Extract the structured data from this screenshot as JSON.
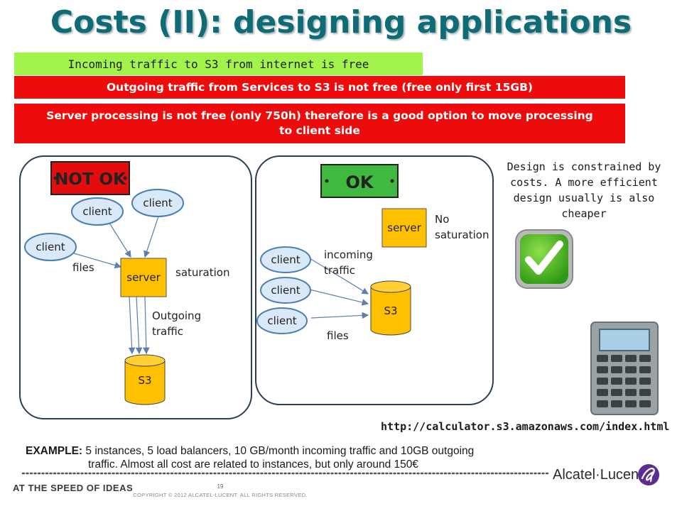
{
  "title": "Costs (II): designing applications",
  "notes": {
    "incoming": "Incoming traffic to S3 from internet is free",
    "outgoing": "Outgoing traffic from Services to S3 is not free (free only first 15GB)",
    "server": "Server processing is not free (only 750h) therefore is a good option to move processing to client side"
  },
  "diagram_bad": {
    "badge": "NOT OK",
    "client_label": "client",
    "server_label": "server",
    "storage_label": "S3",
    "files_label": "files",
    "saturation_label": "saturation",
    "outgoing_label_1": "Outgoing",
    "outgoing_label_2": "traffic"
  },
  "diagram_good": {
    "badge": "OK",
    "client_label": "client",
    "server_label": "server",
    "storage_label": "S3",
    "no_sat_1": "No",
    "no_sat_2": "saturation",
    "incoming_1": "incoming",
    "incoming_2": "traffic",
    "files_label": "files"
  },
  "design_note": "Design is constrained by costs. A more efficient design usually is also cheaper",
  "url": "http://calculator.s3.amazonaws.com/index.html",
  "example": {
    "label": "EXAMPLE:",
    "line1": "5 instances, 5 load balancers, 10 GB/month incoming traffic and 10GB outgoing",
    "line2": "traffic. Almost all cost are related to instances, but only around 150€"
  },
  "footer": {
    "tagline": "AT THE SPEED OF IDEAS",
    "page": "19",
    "copyright": "COPYRIGHT © 2012 ALCATEL-LUCENT.  ALL RIGHTS RESERVED.",
    "brand": "Alcatel·Lucent"
  },
  "colors": {
    "title": "#0f6b76",
    "green_bar": "#a3f44a",
    "red_bar": "#ee0b0b",
    "server_box": "#ffc000",
    "client_ellipse": "#d9e9f7",
    "ellipse_stroke": "#4a7fb5"
  },
  "icons": [
    "checkmark-icon",
    "calculator-icon",
    "alcatel-lucent-logo"
  ]
}
